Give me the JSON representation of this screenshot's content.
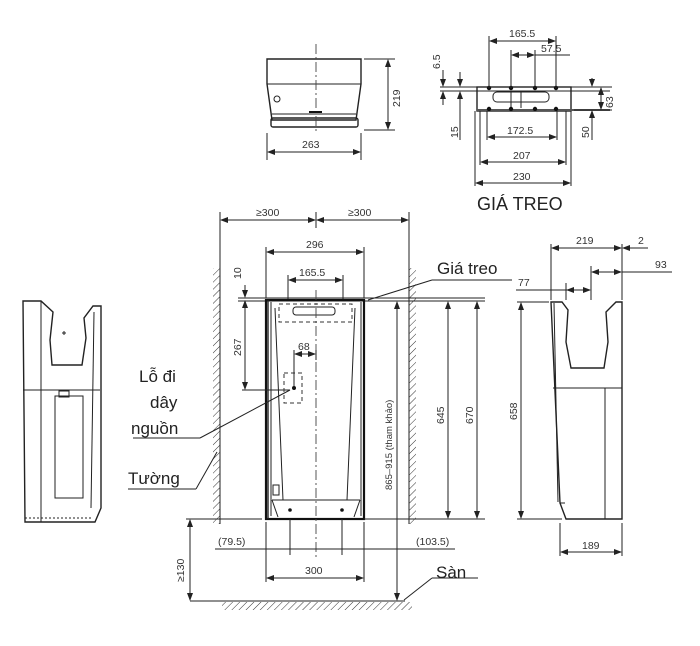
{
  "top_view": {
    "width": "263",
    "depth": "219"
  },
  "bracket_view": {
    "title": "GIÁ TREO",
    "dims": {
      "top_span": "165.5",
      "inner_span": "57.5",
      "left_small": "6.5",
      "left_offset": "15",
      "right_height": "63",
      "right_lower": "50",
      "hole_span": "172.5",
      "mid_width": "207",
      "total_width": "230"
    }
  },
  "front_view": {
    "clearance_left": "≥300",
    "clearance_right": "≥300",
    "body_width": "296",
    "bracket_span": "165.5",
    "top_gap": "10",
    "hole_drop": "267",
    "hole_offset": "68",
    "mount_height": "865–915 (tham khảo)",
    "body_height_645": "645",
    "body_height_670": "670",
    "bottom_left": "(79.5)",
    "bottom_right": "(103.5)",
    "bottom_width": "300",
    "floor_gap": "≥130"
  },
  "side_view": {
    "depth": "219",
    "gap": "2",
    "slot_right": "93",
    "slot_left": "77",
    "height": "658",
    "base_depth": "189"
  },
  "callouts": {
    "bracket": "Giá treo",
    "cable_hole_line1": "Lỗ đi",
    "cable_hole_line2": "dây",
    "cable_hole_line3": "nguồn",
    "wall": "Tường",
    "floor": "Sàn"
  }
}
